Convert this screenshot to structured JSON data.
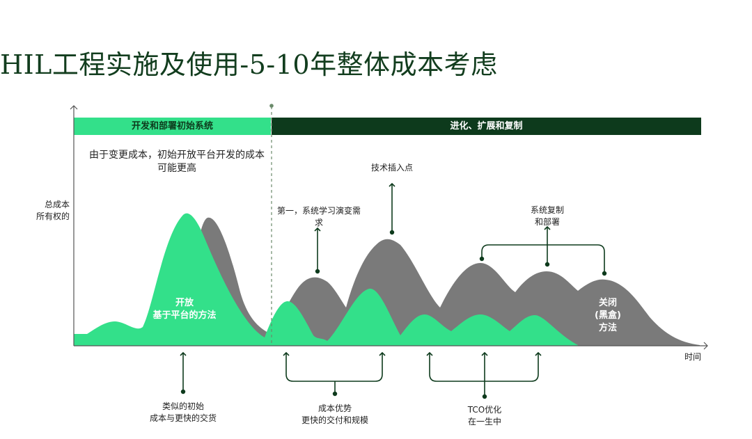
{
  "title": "HIL工程实施及使用-5-10年整体成本考虑",
  "phases": {
    "left": "开发和部署初始系统",
    "right": "进化、扩展和复制"
  },
  "axes": {
    "y_label": [
      "总成本",
      "所有权的"
    ],
    "x_label": "时间"
  },
  "notes": {
    "open_cost": [
      "由于变更成本，初始开放平台开发的成本",
      "可能更高"
    ],
    "first_learning": [
      "第一，系统学习演变需",
      "求"
    ],
    "tech_insertion": "技术插入点",
    "replication": [
      "系统复制",
      "和部署"
    ]
  },
  "curve_labels": {
    "open": [
      "开放",
      "基于平台的方法"
    ],
    "closed": [
      "关闭",
      "(黑盒)",
      "方法"
    ]
  },
  "bottom": {
    "similar": [
      "类似的初始",
      "成本与更快的交货"
    ],
    "advantage": [
      "成本优势",
      "更快的交付和规模"
    ],
    "tco": [
      "TCO优化",
      "在一生中"
    ]
  },
  "colors": {
    "open_curve": "#33e08a",
    "closed_curve": "#7a7a7a",
    "dark_band": "#0d3a1c",
    "arrow": "#0d3a1c"
  }
}
